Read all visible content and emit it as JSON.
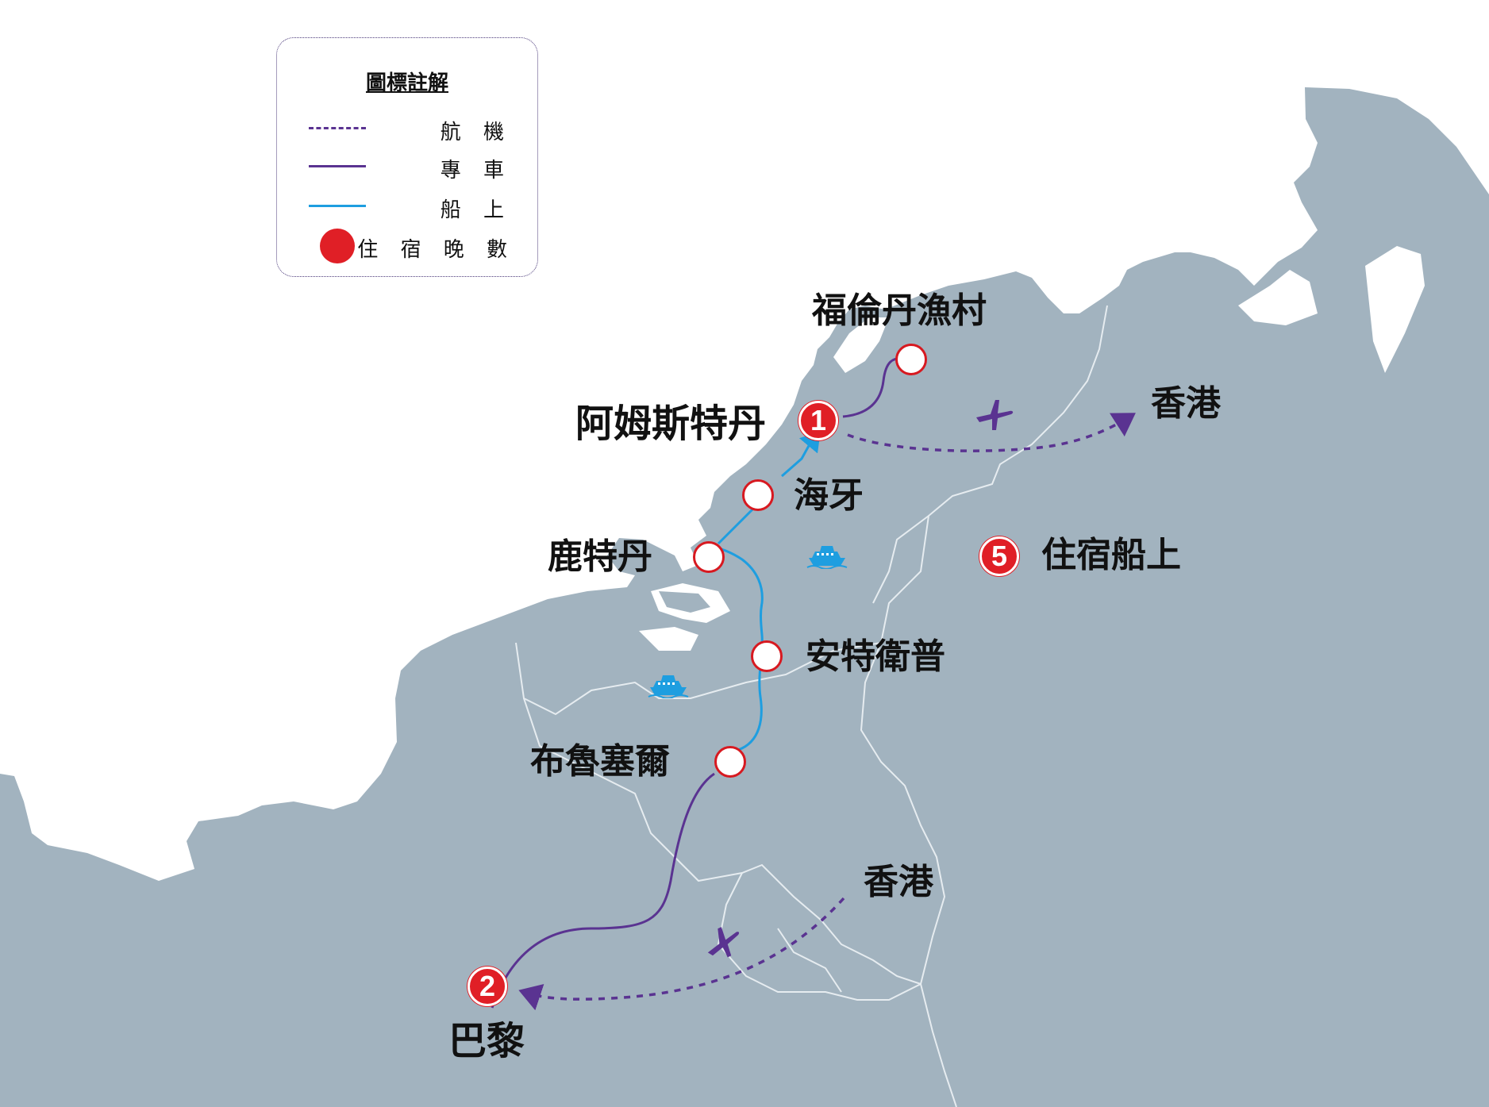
{
  "legend": {
    "title": "圖標註解",
    "items": [
      {
        "label": "航 機",
        "style": "dashed",
        "color": "#5a3391"
      },
      {
        "label": "專 車",
        "style": "solid",
        "color": "#5a3391"
      },
      {
        "label": "船 上",
        "style": "solid",
        "color": "#1e9ee0"
      },
      {
        "label": "住 宿 晚 數",
        "style": "dot",
        "color": "#e01f26"
      }
    ]
  },
  "places": {
    "volendam": "福倫丹漁村",
    "amsterdam": "阿姆斯特丹",
    "hongkong_east": "香港",
    "hague": "海牙",
    "rotterdam": "鹿特丹",
    "onboard": "住宿船上",
    "antwerp": "安特衛普",
    "brussels": "布魯塞爾",
    "hongkong_south": "香港",
    "paris": "巴黎"
  },
  "nights": {
    "amsterdam": "1",
    "onboard": "5",
    "paris": "2"
  },
  "colors": {
    "land": "#a2b3bf",
    "border": "#e6ecf0",
    "flight": "#5a3391",
    "coach": "#5a3391",
    "cruise": "#1e9ee0",
    "night_marker": "#e01f26"
  },
  "icons": [
    "airplane-icon",
    "cruise-ship-icon"
  ]
}
